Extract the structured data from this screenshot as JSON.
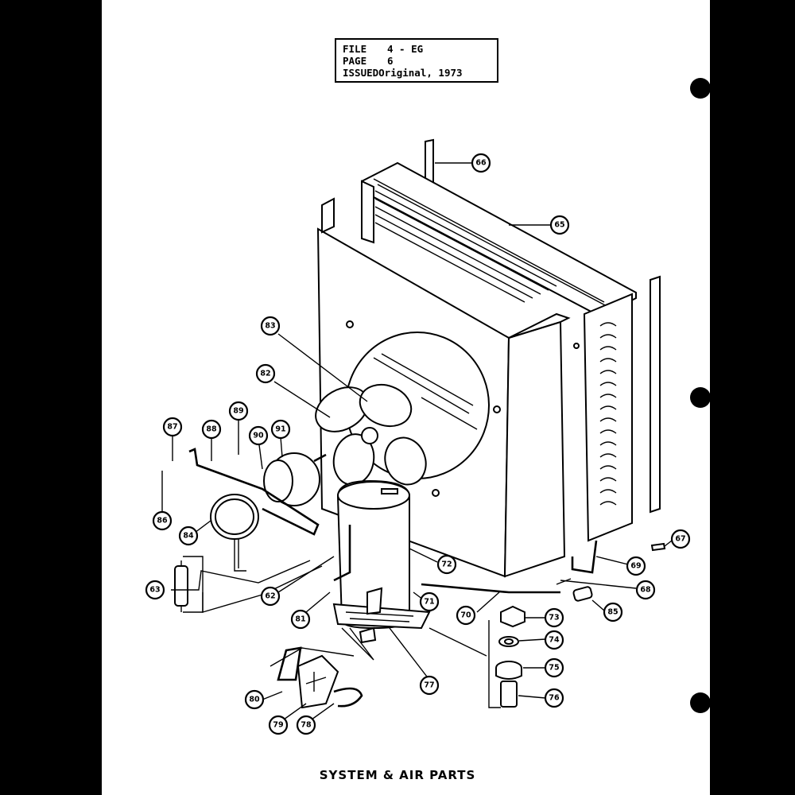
{
  "header": {
    "file_label": "FILE",
    "file_value": "4 - EG",
    "page_label": "PAGE",
    "page_value": "6",
    "issued_label": "ISSUED",
    "issued_value": "Original, 1973"
  },
  "footer": {
    "title": "SYSTEM & AIR PARTS"
  },
  "callouts": [
    {
      "id": "c66a",
      "label": "66"
    },
    {
      "id": "c65a",
      "label": "65"
    },
    {
      "id": "c83a",
      "label": "83"
    },
    {
      "id": "c82a",
      "label": "82"
    },
    {
      "id": "c87",
      "label": "87"
    },
    {
      "id": "c88a",
      "label": "88"
    },
    {
      "id": "c89",
      "label": "89"
    },
    {
      "id": "c90",
      "label": "90"
    },
    {
      "id": "c91",
      "label": "91"
    },
    {
      "id": "c86",
      "label": "86"
    },
    {
      "id": "c84",
      "label": "84"
    },
    {
      "id": "c67",
      "label": "67"
    },
    {
      "id": "c72",
      "label": "72"
    },
    {
      "id": "c69",
      "label": "69"
    },
    {
      "id": "c68",
      "label": "68"
    },
    {
      "id": "c63",
      "label": "63"
    },
    {
      "id": "c62",
      "label": "62"
    },
    {
      "id": "c81",
      "label": "81"
    },
    {
      "id": "c71",
      "label": "71"
    },
    {
      "id": "c70",
      "label": "70"
    },
    {
      "id": "c73",
      "label": "73"
    },
    {
      "id": "c85",
      "label": "85"
    },
    {
      "id": "c74",
      "label": "74"
    },
    {
      "id": "c75",
      "label": "75"
    },
    {
      "id": "c77",
      "label": "77"
    },
    {
      "id": "c76",
      "label": "76"
    },
    {
      "id": "c80",
      "label": "80"
    },
    {
      "id": "c79",
      "label": "79"
    },
    {
      "id": "c78",
      "label": "78"
    }
  ]
}
